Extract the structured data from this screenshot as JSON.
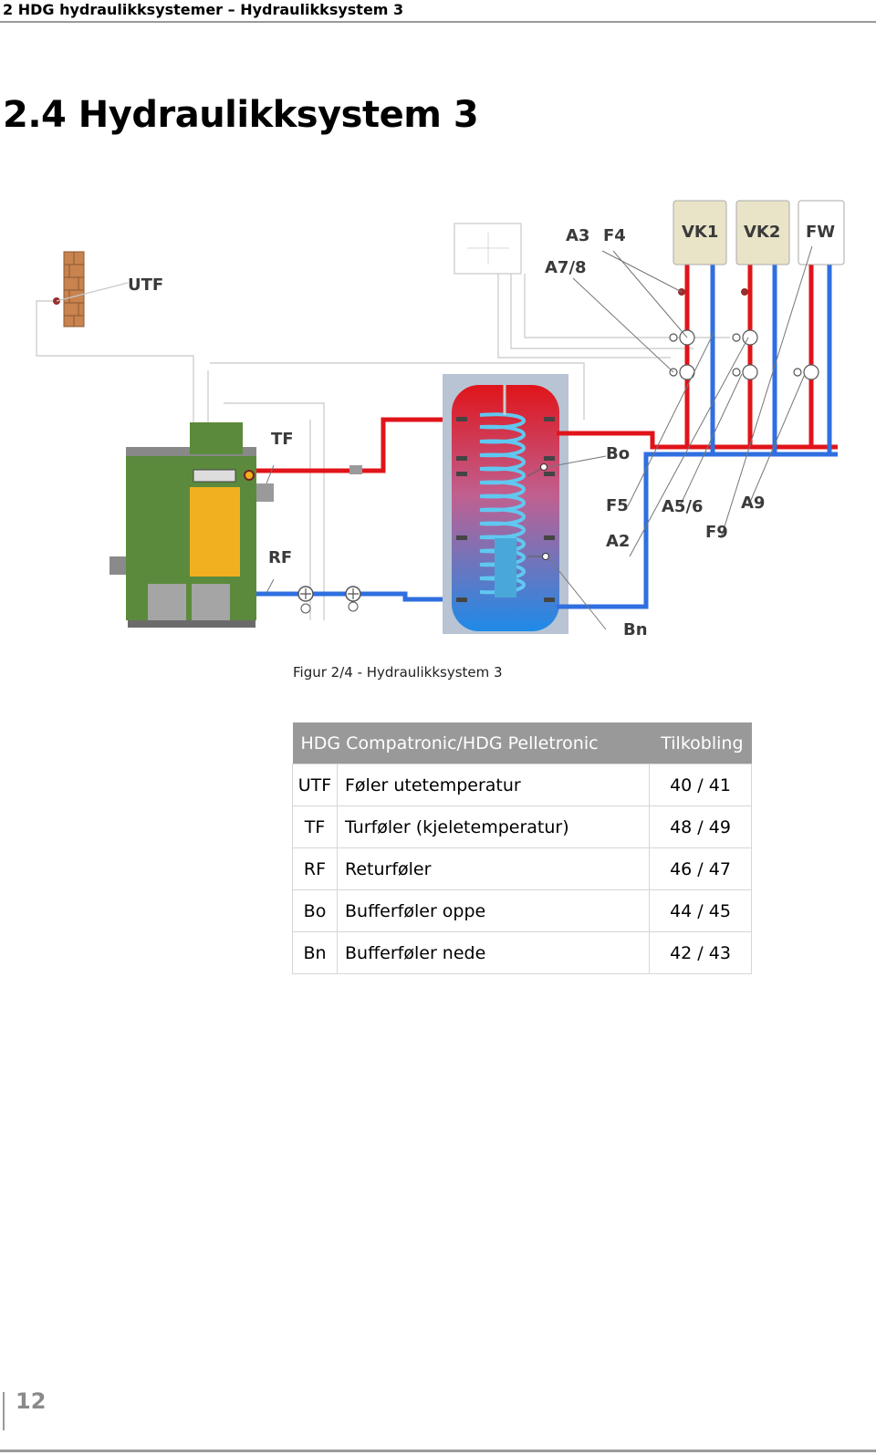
{
  "header": {
    "running_title": "2 HDG hydraulikksystemer – Hydraulikksystem 3",
    "page_title": "2.4 Hydraulikksystem 3"
  },
  "diagram": {
    "labels": {
      "utf": "UTF",
      "tf": "TF",
      "rf": "RF",
      "bo": "Bo",
      "bn": "Bn",
      "a3": "A3",
      "f4": "F4",
      "a78": "A7/8",
      "f5": "F5",
      "a2": "A2",
      "a56": "A5/6",
      "f9": "F9",
      "a9": "A9",
      "vk1": "VK1",
      "vk2": "VK2",
      "fw": "FW"
    },
    "colors": {
      "flow": "#e0141a",
      "return": "#2f6fe0",
      "boiler_body": "#5b8a3c",
      "boiler_door": "#f0b020",
      "box_fill": "#e9e4c8"
    },
    "caption": "Figur 2/4 - Hydraulikksystem 3"
  },
  "table": {
    "header_left": "HDG Compatronic/HDG Pelletronic",
    "header_right": "Tilkobling",
    "rows": [
      {
        "abbr": "UTF",
        "desc": "Føler utetemperatur",
        "conn": "40 / 41"
      },
      {
        "abbr": "TF",
        "desc": "Turføler (kjeletemperatur)",
        "conn": "48 / 49"
      },
      {
        "abbr": "RF",
        "desc": "Returføler",
        "conn": "46 / 47"
      },
      {
        "abbr": "Bo",
        "desc": "Bufferføler oppe",
        "conn": "44 / 45"
      },
      {
        "abbr": "Bn",
        "desc": "Bufferføler nede",
        "conn": "42 / 43"
      }
    ]
  },
  "footer": {
    "page_number": "12"
  }
}
